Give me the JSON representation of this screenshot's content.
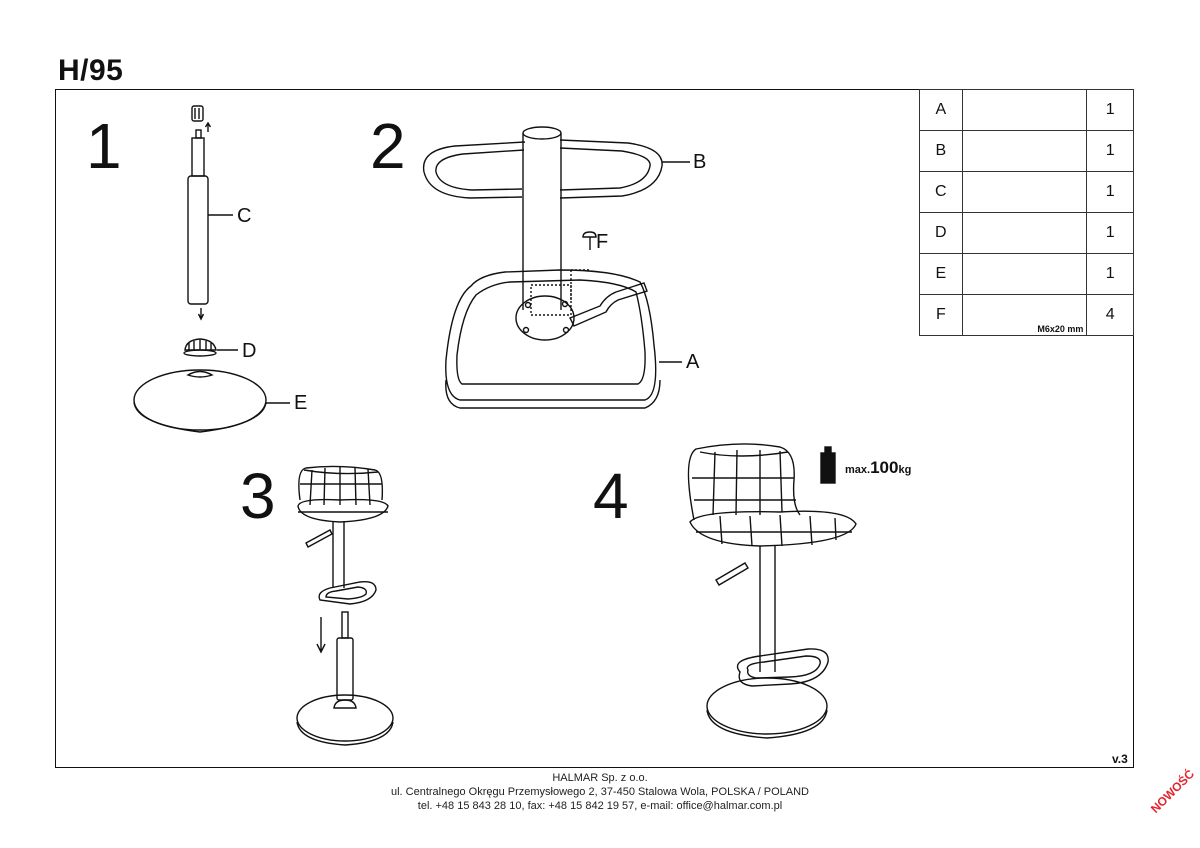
{
  "document": {
    "title": "H/95",
    "version": "v.3"
  },
  "steps": [
    "1",
    "2",
    "3",
    "4"
  ],
  "labels": {
    "a": "A",
    "b": "B",
    "c": "C",
    "d": "D",
    "e": "E",
    "f": "F"
  },
  "parts": [
    {
      "letter": "A",
      "icon": "seat-icon",
      "qty": "1"
    },
    {
      "letter": "B",
      "icon": "footrest-ring-icon",
      "qty": "1"
    },
    {
      "letter": "C",
      "icon": "gas-lift-icon",
      "qty": "1"
    },
    {
      "letter": "D",
      "icon": "cover-cap-icon",
      "qty": "1"
    },
    {
      "letter": "E",
      "icon": "round-base-icon",
      "qty": "1"
    },
    {
      "letter": "F",
      "icon": "bolt-icon",
      "qty": "4",
      "size": "M6x20 mm"
    }
  ],
  "max_load": {
    "prefix": "max.",
    "value": "100",
    "unit": "kg"
  },
  "footer": {
    "company": "HALMAR Sp. z o.o.",
    "address": "ul. Centralnego Okręgu Przemysłowego 2, 37-450 Stalowa Wola, POLSKA / POLAND",
    "contact": "tel. +48 15 843 28 10, fax: +48 15 842 19 57, e-mail: office@halmar.com.pl"
  },
  "badge": "NOWOŚĆ",
  "colors": {
    "line": "#111111",
    "badge": "#e3232d"
  }
}
